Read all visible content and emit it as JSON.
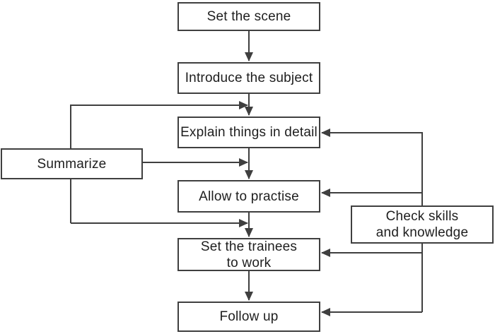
{
  "diagram": {
    "type": "flowchart",
    "colors": {
      "line": "#3f3f3f",
      "box_border": "#3f3f3f",
      "box_fill": "#ffffff",
      "text": "#1e1e1e",
      "background": "#ffffff"
    },
    "nodes": [
      {
        "id": "set-the-scene",
        "label": "Set the scene"
      },
      {
        "id": "introduce-the-subject",
        "label": "Introduce the subject"
      },
      {
        "id": "explain-things-in-detail",
        "label": "Explain things in detail"
      },
      {
        "id": "allow-to-practise",
        "label": "Allow to practise"
      },
      {
        "id": "set-the-trainees-to-work",
        "label": "Set the trainees to work",
        "lines": [
          "Set the trainees",
          "to work"
        ]
      },
      {
        "id": "follow-up",
        "label": "Follow up"
      },
      {
        "id": "summarize",
        "label": "Summarize"
      },
      {
        "id": "check-skills-and-knowledge",
        "label": "Check skills and knowledge",
        "lines": [
          "Check skills",
          "and knowledge"
        ]
      }
    ],
    "edges": [
      {
        "from": "set-the-scene",
        "to": "introduce-the-subject"
      },
      {
        "from": "introduce-the-subject",
        "to": "explain-things-in-detail"
      },
      {
        "from": "explain-things-in-detail",
        "to": "allow-to-practise"
      },
      {
        "from": "allow-to-practise",
        "to": "set-the-trainees-to-work"
      },
      {
        "from": "set-the-trainees-to-work",
        "to": "follow-up"
      },
      {
        "from": "summarize",
        "to": "explain-things-in-detail"
      },
      {
        "from": "summarize",
        "to": "allow-to-practise"
      },
      {
        "from": "summarize",
        "to": "set-the-trainees-to-work"
      },
      {
        "from": "check-skills-and-knowledge",
        "to": "explain-things-in-detail"
      },
      {
        "from": "check-skills-and-knowledge",
        "to": "allow-to-practise"
      },
      {
        "from": "check-skills-and-knowledge",
        "to": "set-the-trainees-to-work"
      },
      {
        "from": "check-skills-and-knowledge",
        "to": "follow-up"
      }
    ]
  }
}
